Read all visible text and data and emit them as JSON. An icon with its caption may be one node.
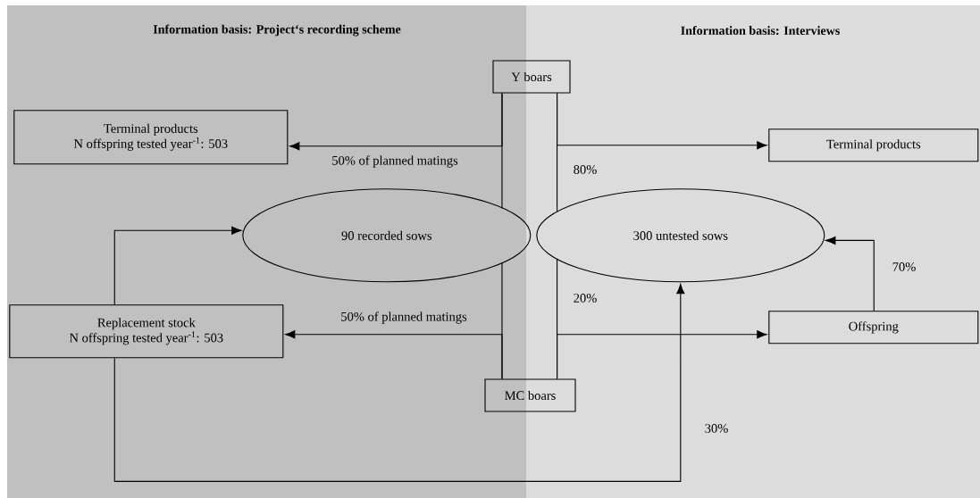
{
  "diagram": {
    "nodes": [
      {
        "text": [
          "Information basis: Project‘s recording scheme"
        ]
      },
      {
        "text": [
          "Information basis: Interviews"
        ]
      },
      {
        "text": [
          "Y boars"
        ]
      },
      {
        "text": [
          "Terminal products",
          "N offspring tested year$^{-1}$: 503"
        ],
        "in": 0
      },
      {
        "text": [
          "Terminal products"
        ],
        "in": 1
      },
      {
        "text": [
          "90 recorded sows"
        ],
        "in": 0
      },
      {
        "text": [
          "300 untested sows"
        ],
        "in": 1
      },
      {
        "text": [
          "Replacement stock",
          "N offspring tested year$^{-1}$: 503"
        ],
        "in": 0
      },
      {
        "text": [
          "Offspring"
        ],
        "in": 1
      },
      {
        "text": [
          "MC boars"
        ]
      }
    ],
    "edges": [
      {
        "from": 2,
        "to": 5,
        "arrow": "none"
      },
      {
        "from": 2,
        "to": 6,
        "arrow": "none"
      },
      {
        "from": 5,
        "to": 9,
        "arrow": "none"
      },
      {
        "from": 6,
        "to": 9,
        "arrow": "none"
      },
      {
        "from": 2,
        "to": 3,
        "arrow": "to",
        "label": "50% of planned matings"
      },
      {
        "from": 2,
        "to": 4,
        "arrow": "to",
        "label": "80%"
      },
      {
        "from": 9,
        "to": 7,
        "arrow": "to",
        "label": "50% of planned matings"
      },
      {
        "from": 9,
        "to": 8,
        "arrow": "to",
        "label": "20%"
      },
      {
        "from": 7,
        "to": 5,
        "arrow": "to"
      },
      {
        "from": 7,
        "to": 6,
        "arrow": "to",
        "label": "30%"
      },
      {
        "from": 8,
        "to": 6,
        "arrow": "to",
        "label": "70%"
      }
    ]
  }
}
